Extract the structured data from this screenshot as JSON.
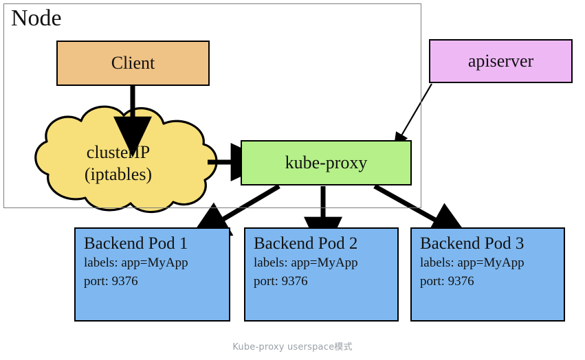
{
  "diagram": {
    "caption": "Kube-proxy userspace模式",
    "node_container": {
      "label": "Node"
    },
    "nodes": {
      "client": {
        "label": "Client",
        "fill": "#efc285"
      },
      "apiserver": {
        "label": "apiserver",
        "fill": "#eeb8f5"
      },
      "kube_proxy": {
        "label": "kube-proxy",
        "fill": "#b6f089"
      },
      "cluster_ip": {
        "line1": "clusterIP",
        "line2": "(iptables)",
        "fill": "#f7e07a"
      }
    },
    "pods": [
      {
        "title": "Backend Pod 1",
        "labels": "labels: app=MyApp",
        "port": "port: 9376",
        "fill": "#7fb8f0"
      },
      {
        "title": "Backend Pod 2",
        "labels": "labels: app=MyApp",
        "port": "port: 9376",
        "fill": "#7fb8f0"
      },
      {
        "title": "Backend Pod 3",
        "labels": "labels: app=MyApp",
        "port": "port: 9376",
        "fill": "#7fb8f0"
      }
    ],
    "edges": [
      {
        "name": "client-to-clusterip",
        "from": "client",
        "to": "cluster_ip",
        "style": "thick-vertical"
      },
      {
        "name": "clusterip-to-kube-proxy",
        "from": "cluster_ip",
        "to": "kube_proxy",
        "style": "thick-horizontal"
      },
      {
        "name": "apiserver-to-kube-proxy",
        "from": "apiserver",
        "to": "kube_proxy",
        "style": "thin-diagonal"
      },
      {
        "name": "kube-proxy-to-pod-1",
        "from": "kube_proxy",
        "to": "pod-1",
        "style": "thick-diagonal-left"
      },
      {
        "name": "kube-proxy-to-pod-2",
        "from": "kube_proxy",
        "to": "pod-2",
        "style": "thick-vertical"
      },
      {
        "name": "kube-proxy-to-pod-3",
        "from": "kube_proxy",
        "to": "pod-3",
        "style": "thick-diagonal-right"
      }
    ]
  }
}
